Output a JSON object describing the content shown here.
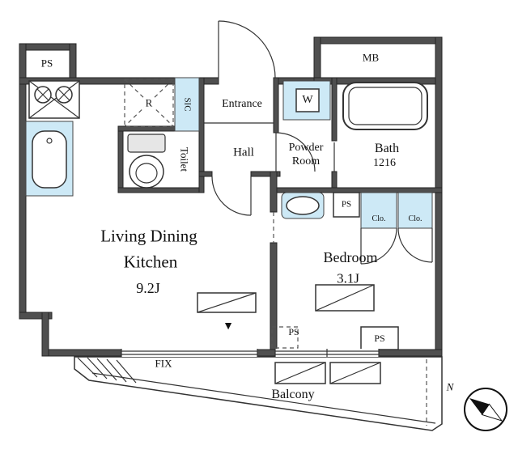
{
  "plan": {
    "labels": {
      "ps_top_left": "PS",
      "mb": "MB",
      "refrigerator": "R",
      "sic": "SIC",
      "entrance": "Entrance",
      "washer": "W",
      "toilet": "Toilet",
      "hall": "Hall",
      "powder_line1": "Powder",
      "powder_line2": "Room",
      "bath": "Bath",
      "bath_size": "1216",
      "ps_mid": "PS",
      "closet_left": "Clo.",
      "closet_right": "Clo.",
      "ldk_line1": "Living Dining",
      "ldk_line2": "Kitchen",
      "ldk_size": "9.2J",
      "bedroom": "Bedroom",
      "bedroom_size": "3.1J",
      "ps_bottom_center": "PS",
      "ps_bottom_right": "PS",
      "fix": "FIX",
      "balcony": "Balcony",
      "north": "N",
      "direction_marker": "▼"
    },
    "colors": {
      "wall_fill": "#4f4f4f",
      "fixture_blue": "#cde9f6",
      "line": "#222222",
      "background": "#ffffff"
    }
  }
}
